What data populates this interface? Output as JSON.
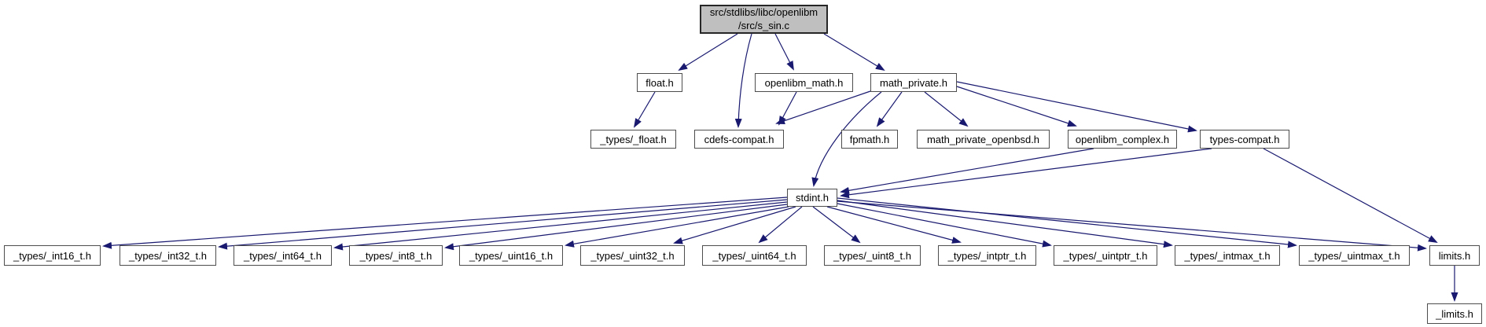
{
  "diagram": {
    "type": "include-dependency-graph",
    "edge_color": "#191970",
    "root_fill": "#bfbfbf",
    "nodes": {
      "s_sin": {
        "label_line1": "src/stdlibs/libc/openlibm",
        "label_line2": "/src/s_sin.c"
      },
      "float_h": {
        "label": "float.h"
      },
      "openlibm_math_h": {
        "label": "openlibm_math.h"
      },
      "math_private_h": {
        "label": "math_private.h"
      },
      "types_float_h": {
        "label": "_types/_float.h"
      },
      "cdefs_compat_h": {
        "label": "cdefs-compat.h"
      },
      "fpmath_h": {
        "label": "fpmath.h"
      },
      "math_private_openbsd_h": {
        "label": "math_private_openbsd.h"
      },
      "openlibm_complex_h": {
        "label": "openlibm_complex.h"
      },
      "types_compat_h": {
        "label": "types-compat.h"
      },
      "stdint_h": {
        "label": "stdint.h"
      },
      "int16_t": {
        "label": "_types/_int16_t.h"
      },
      "int32_t": {
        "label": "_types/_int32_t.h"
      },
      "int64_t": {
        "label": "_types/_int64_t.h"
      },
      "int8_t": {
        "label": "_types/_int8_t.h"
      },
      "uint16_t": {
        "label": "_types/_uint16_t.h"
      },
      "uint32_t": {
        "label": "_types/_uint32_t.h"
      },
      "uint64_t": {
        "label": "_types/_uint64_t.h"
      },
      "uint8_t": {
        "label": "_types/_uint8_t.h"
      },
      "intptr_t": {
        "label": "_types/_intptr_t.h"
      },
      "uintptr_t": {
        "label": "_types/_uintptr_t.h"
      },
      "intmax_t": {
        "label": "_types/_intmax_t.h"
      },
      "uintmax_t": {
        "label": "_types/_uintmax_t.h"
      },
      "limits_h": {
        "label": "limits.h"
      },
      "underscore_limits_h": {
        "label": "_limits.h"
      }
    },
    "edges": [
      {
        "from": "s_sin",
        "to": "float_h"
      },
      {
        "from": "s_sin",
        "to": "cdefs_compat_h"
      },
      {
        "from": "s_sin",
        "to": "openlibm_math_h"
      },
      {
        "from": "s_sin",
        "to": "math_private_h"
      },
      {
        "from": "float_h",
        "to": "types_float_h"
      },
      {
        "from": "openlibm_math_h",
        "to": "cdefs_compat_h"
      },
      {
        "from": "math_private_h",
        "to": "cdefs_compat_h"
      },
      {
        "from": "math_private_h",
        "to": "fpmath_h"
      },
      {
        "from": "math_private_h",
        "to": "math_private_openbsd_h"
      },
      {
        "from": "math_private_h",
        "to": "openlibm_complex_h"
      },
      {
        "from": "math_private_h",
        "to": "types_compat_h"
      },
      {
        "from": "math_private_h",
        "to": "stdint_h"
      },
      {
        "from": "openlibm_complex_h",
        "to": "stdint_h"
      },
      {
        "from": "types_compat_h",
        "to": "stdint_h"
      },
      {
        "from": "types_compat_h",
        "to": "limits_h"
      },
      {
        "from": "stdint_h",
        "to": "int16_t"
      },
      {
        "from": "stdint_h",
        "to": "int32_t"
      },
      {
        "from": "stdint_h",
        "to": "int64_t"
      },
      {
        "from": "stdint_h",
        "to": "int8_t"
      },
      {
        "from": "stdint_h",
        "to": "uint16_t"
      },
      {
        "from": "stdint_h",
        "to": "uint32_t"
      },
      {
        "from": "stdint_h",
        "to": "uint64_t"
      },
      {
        "from": "stdint_h",
        "to": "uint8_t"
      },
      {
        "from": "stdint_h",
        "to": "intptr_t"
      },
      {
        "from": "stdint_h",
        "to": "uintptr_t"
      },
      {
        "from": "stdint_h",
        "to": "intmax_t"
      },
      {
        "from": "stdint_h",
        "to": "uintmax_t"
      },
      {
        "from": "stdint_h",
        "to": "limits_h"
      },
      {
        "from": "limits_h",
        "to": "underscore_limits_h"
      }
    ]
  }
}
